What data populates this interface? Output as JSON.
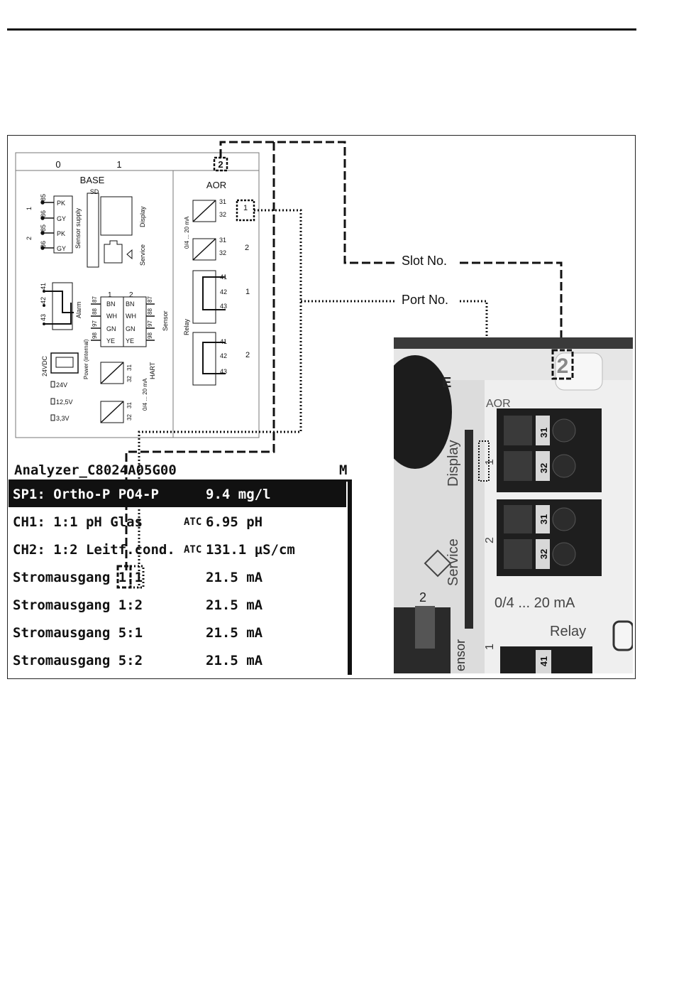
{
  "schematic": {
    "slot_labels": [
      "0",
      "1",
      "2"
    ],
    "base_title": "BASE",
    "sd_label": "SD",
    "display_label": "Display",
    "service_label": "Service",
    "sensor_supply_label": "Sensor supply",
    "supply_rows": [
      {
        "pin": "85",
        "color": "PK"
      },
      {
        "pin": "86",
        "color": "GY"
      },
      {
        "pin": "85",
        "color": "PK"
      },
      {
        "pin": "86",
        "color": "GY"
      }
    ],
    "supply_ports": [
      "1",
      "2"
    ],
    "sensor_pins_left": [
      "87",
      "88",
      "97",
      "98"
    ],
    "sensor_pins_right": [
      "87",
      "88",
      "97",
      "98"
    ],
    "sensor_headers": [
      "1",
      "2"
    ],
    "sensor_colors": [
      "BN",
      "WH",
      "GN",
      "YE"
    ],
    "alarm_label": "Alarm",
    "sensor_label": "Sensor",
    "relay_pins": [
      "41",
      "42",
      "43"
    ],
    "power_label": "Power (internal)",
    "vdc_label": "24VDC",
    "voltages": [
      "24V",
      "12,5V",
      "3,3V"
    ],
    "hart_label": "HART",
    "ma_label": "0/4 ... 20 mA",
    "out_pins": [
      "31",
      "32"
    ],
    "aor_title": "AOR",
    "relay_label": "Relay"
  },
  "callouts": {
    "slot": "Slot No.",
    "port": "Port No."
  },
  "lcd": {
    "title": "Analyzer_C8024A05G00",
    "corner": "M",
    "rows": [
      {
        "label": "SP1: Ortho-P PO4-P",
        "atc": "",
        "value": "9.4 mg/l"
      },
      {
        "label": "CH1: 1:1 pH Glas",
        "atc": "ATC",
        "value": "6.95 pH"
      },
      {
        "label": "CH2: 1:2 Leitf.cond.",
        "atc": "ATC",
        "value": "131.1 µS/cm"
      },
      {
        "label": "Stromausgang 1:1",
        "atc": "",
        "value": "21.5 mA"
      },
      {
        "label": "Stromausgang 1:2",
        "atc": "",
        "value": "21.5 mA"
      },
      {
        "label": "Stromausgang 5:1",
        "atc": "",
        "value": "21.5 mA"
      },
      {
        "label": "Stromausgang 5:2",
        "atc": "",
        "value": "21.5 mA"
      }
    ]
  },
  "photo": {
    "aor": "AOR",
    "display": "Display",
    "service": "Service",
    "range": "0/4 ... 20 mA",
    "relay": "Relay",
    "slot": "2",
    "pins": [
      "31",
      "32",
      "31",
      "32",
      "41"
    ],
    "ports": [
      "1",
      "2",
      "2",
      "1"
    ],
    "sensor_partial": "ensor",
    "base_partial": "E"
  },
  "colors": {
    "ink": "#111111",
    "photo_bg": "#d8d8d8"
  }
}
